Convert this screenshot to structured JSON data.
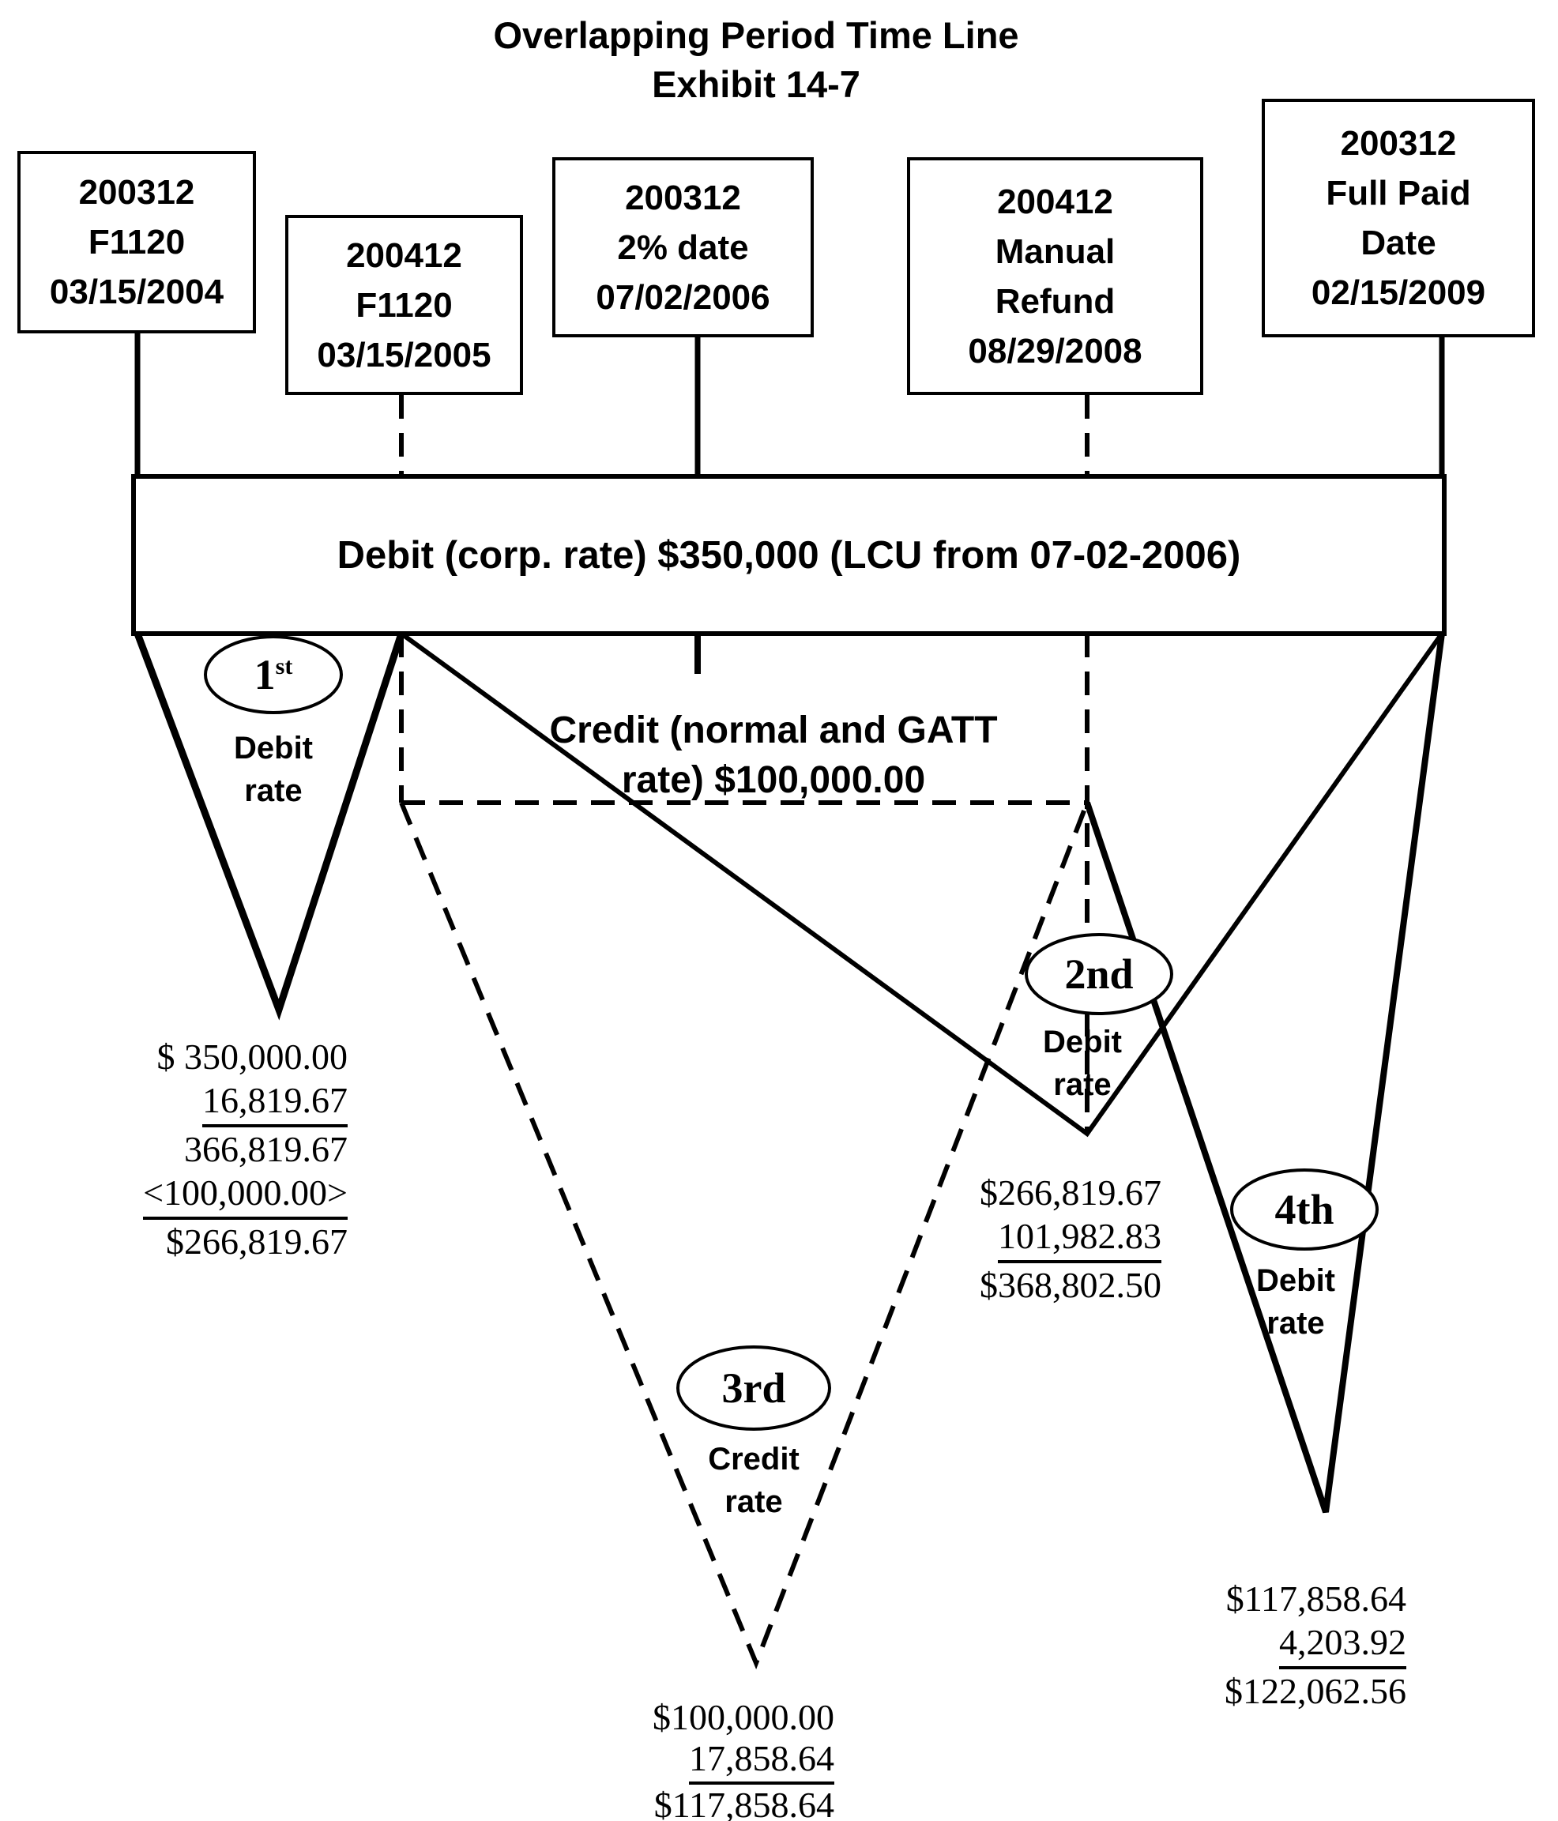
{
  "title": {
    "line1": "Overlapping Period Time Line",
    "line2": "Exhibit 14-7"
  },
  "boxes": [
    {
      "lines": [
        "200312",
        "F1120",
        "03/15/2004"
      ]
    },
    {
      "lines": [
        "200412",
        "F1120",
        "03/15/2005"
      ]
    },
    {
      "lines": [
        "200312",
        "2% date",
        "07/02/2006"
      ]
    },
    {
      "lines": [
        "200412",
        "Manual",
        "Refund",
        "08/29/2008"
      ]
    },
    {
      "lines": [
        "200312",
        "Full Paid",
        "Date",
        "02/15/2009"
      ]
    }
  ],
  "band": {
    "label": "Debit (corp. rate) $350,000 (LCU from 07-02-2006)"
  },
  "credit_note": {
    "line1": "Credit (normal and GATT",
    "line2": "rate) $100,000.00"
  },
  "markers": [
    {
      "ordinal": "1",
      "ordinal_sup": "st",
      "rate_line1": "Debit",
      "rate_line2": "rate"
    },
    {
      "ordinal": "2nd",
      "ordinal_sup": "",
      "rate_line1": "Debit",
      "rate_line2": "rate"
    },
    {
      "ordinal": "3rd",
      "ordinal_sup": "",
      "rate_line1": "Credit",
      "rate_line2": "rate"
    },
    {
      "ordinal": "4th",
      "ordinal_sup": "",
      "rate_line1": "Debit",
      "rate_line2": "rate"
    }
  ],
  "calculations": [
    {
      "lines": [
        "$ 350,000.00",
        "16,819.67",
        "366,819.67",
        "<100,000.00>",
        "$266,819.67"
      ]
    },
    {
      "lines": [
        "$266,819.67",
        "101,982.83",
        "$368,802.50"
      ]
    },
    {
      "lines": [
        "$100,000.00",
        "17,858.64",
        "$117,858.64"
      ]
    },
    {
      "lines": [
        "$117,858.64",
        "4,203.92",
        "$122,062.56"
      ]
    }
  ],
  "colors": {
    "ink": "#000000",
    "background": "#ffffff"
  }
}
